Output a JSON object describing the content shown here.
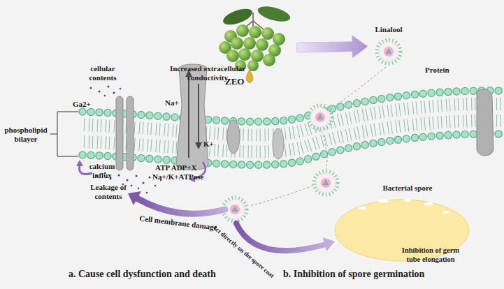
{
  "diagram": {
    "nodes": [
      {
        "text": [
          "ZEO"
        ]
      },
      {
        "text": [
          "Linalool"
        ]
      },
      {
        "text": [
          "Bacterial spore",
          "Inhibition of germ tube elongation"
        ]
      }
    ],
    "edges": [
      {
        "from": 0,
        "to": 1,
        "arrow": "to"
      }
    ],
    "labels": [
      "cellular contents",
      "Increased extracellular conductivity",
      "Ga2+",
      "Na+",
      "phospholipid bilayer",
      "calcium influx",
      "K+",
      "ATP ADP+X",
      "Na+/K+ATPase",
      "Leakage of contents",
      "Protein",
      "Cell membrane damage",
      "Act directly on the spore coat",
      "a. Cause cell dysfunction and death",
      "b. Inhibition of spore germination"
    ]
  }
}
